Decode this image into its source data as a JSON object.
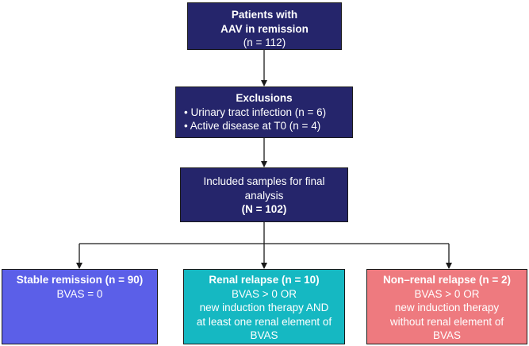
{
  "patients": {
    "title_line1": "Patients with",
    "title_line2": "AAV in remission",
    "count": "(n = 112)"
  },
  "exclusions": {
    "title": "Exclusions",
    "items": [
      "Urinary tract infection (n = 6)",
      "Active disease at T0 (n = 4)"
    ]
  },
  "included": {
    "line1": "Included samples for final",
    "line2": "analysis",
    "count": "(N = 102)"
  },
  "stable": {
    "title": "Stable remission (n = 90)",
    "line1": "BVAS = 0"
  },
  "renal": {
    "title": "Renal relapse (n = 10)",
    "lines": [
      "BVAS > 0 OR",
      "new induction therapy AND",
      "at least one renal element of",
      "BVAS"
    ]
  },
  "nonrenal": {
    "title": "Non–renal relapse (n = 2)",
    "lines": [
      "BVAS > 0 OR",
      "new induction therapy",
      "without renal element of",
      "BVAS"
    ]
  },
  "colors": {
    "navy": "#25256b",
    "stable": "#5b5fe8",
    "renal": "#15b8c2",
    "nonrenal": "#ee7a7f",
    "line": "#1a1a1a"
  }
}
